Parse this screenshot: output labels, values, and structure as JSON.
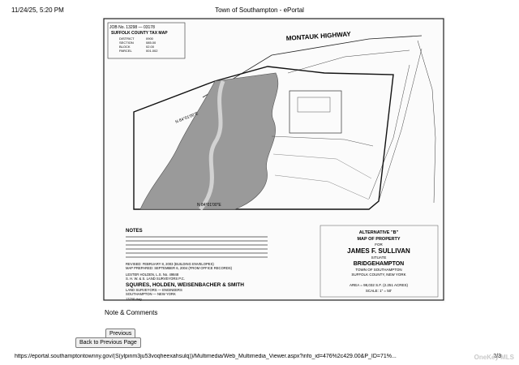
{
  "header": {
    "datetime": "11/24/25, 5:20 PM",
    "title": "Town of Southampton - ePortal"
  },
  "survey": {
    "job_no": "JOB No. 13298 — 03178",
    "tax_map_title": "SUFFOLK COUNTY TAX MAP",
    "tax_fields": [
      "DISTRICT",
      "SECTION",
      "BLOCK",
      "PARCEL"
    ],
    "tax_values": [
      "0900",
      "085.00",
      "02.00",
      "001.002"
    ],
    "road": "MONTAUK HIGHWAY",
    "bearing_main": "N 84°01'00\"E",
    "bearing_bottom": "N 84°01'00\"E",
    "notes_heading": "NOTES",
    "revised": "REVISED: FEBRUARY 8, 2003 (BUILDING ENVELOPES)",
    "prepared": "MAP PREPARED: SEPTEMBER 6, 2004 (FROM OFFICE RECORDS)",
    "surveyor_1": "LESTER HOLDEN, L.S. No. 49848",
    "surveyor_2": "S. H. W. & S. LAND SURVEYORS P.C.",
    "firm": "SQUIRES, HOLDEN, WEISENBACHER & SMITH",
    "firm_sub_1": "LAND SURVEYORS — ENGINEERS",
    "firm_sub_2": "SOUTHAMPTON — NEW YORK",
    "file_id": "13298.dwg",
    "alt_title": "ALTERNATIVE \"B\"",
    "map_title_1": "MAP OF PROPERTY",
    "map_for": "FOR",
    "owner": "JAMES F. SULLIVAN",
    "situate": "SITUATE",
    "place": "BRIDGEHAMPTON",
    "town": "TOWN OF SOUTHAMPTON",
    "county": "SUFFOLK COUNTY, NEW YORK",
    "area": "AREA = 98,032 S.F. (2.251 ACRES)",
    "scale": "SCALE: 1\" = 50'"
  },
  "notes_label": "Note & Comments",
  "buttons": {
    "previous": "Previous",
    "back": "Back to Previous Page"
  },
  "footer": {
    "url": "https://eportal.southamptontownny.gov/(S(ylpinm3ju53voqheexahsulq))/Multimedia/Web_Multimedia_Viewer.aspx?info_id=476%2c429.00&P_ID=71%...",
    "page": "2/3",
    "watermark": "OneKey MLS"
  }
}
